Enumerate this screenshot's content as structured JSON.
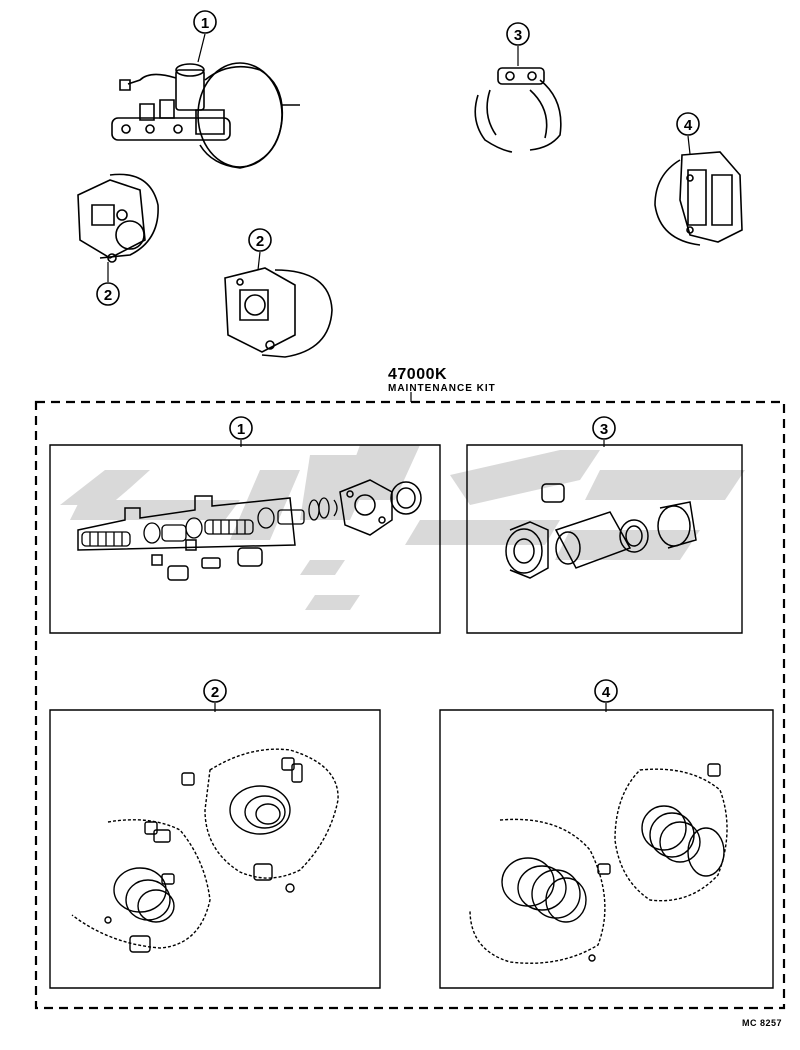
{
  "kit": {
    "part_number": "47000K",
    "name": "MAINTENANCE KIT"
  },
  "callouts": [
    "1",
    "2",
    "3",
    "4"
  ],
  "figure_number": "MC 8257",
  "colors": {
    "line": "#000000",
    "watermark": "#d9d9d9",
    "background": "#ffffff"
  }
}
